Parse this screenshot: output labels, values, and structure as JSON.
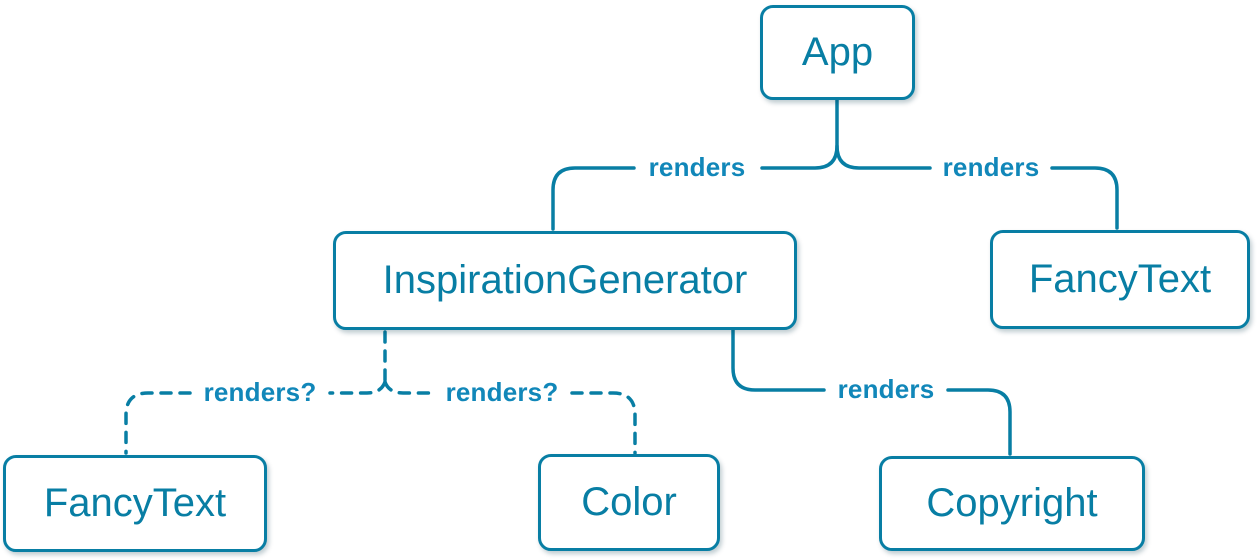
{
  "diagram": {
    "type": "component-render-tree",
    "colors": {
      "line": "#087ea4",
      "edge_label": "#1187b9",
      "node_text": "#087ea4",
      "node_border": "#087ea4",
      "node_background": "#ffffff",
      "page_background": "#ffffff"
    },
    "nodes": [
      {
        "id": "app",
        "label": "App"
      },
      {
        "id": "inspiration-generator",
        "label": "InspirationGenerator"
      },
      {
        "id": "fancy-text-top",
        "label": "FancyText"
      },
      {
        "id": "fancy-text-bottom",
        "label": "FancyText"
      },
      {
        "id": "color",
        "label": "Color"
      },
      {
        "id": "copyright",
        "label": "Copyright"
      }
    ],
    "edges": [
      {
        "from": "App",
        "to": "InspirationGenerator",
        "label": "renders",
        "style": "solid"
      },
      {
        "from": "App",
        "to": "FancyText",
        "label": "renders",
        "style": "solid"
      },
      {
        "from": "InspirationGenerator",
        "to": "FancyText",
        "label": "renders?",
        "style": "dashed"
      },
      {
        "from": "InspirationGenerator",
        "to": "Color",
        "label": "renders?",
        "style": "dashed"
      },
      {
        "from": "InspirationGenerator",
        "to": "Copyright",
        "label": "renders",
        "style": "solid"
      }
    ]
  }
}
